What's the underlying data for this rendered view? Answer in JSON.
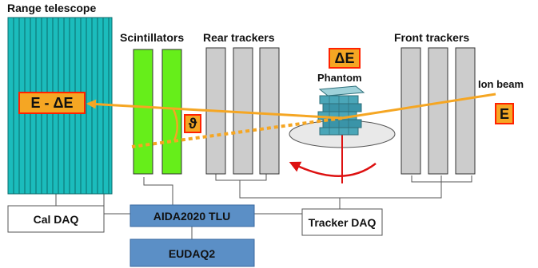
{
  "labels": {
    "range_telescope": "Range telescope",
    "scintillators": "Scintillators",
    "rear_trackers": "Rear trackers",
    "front_trackers": "Front trackers",
    "phantom": "Phantom",
    "ion_beam": "Ion beam"
  },
  "symbols": {
    "delta_e": "ΔE",
    "e_minus_delta_e": "E - ΔE",
    "theta": "ϑ",
    "e": "E"
  },
  "boxes": {
    "cal_daq": "Cal DAQ",
    "tlu": "AIDA2020 TLU",
    "tracker_daq": "Tracker DAQ",
    "eudaq": "EUDAQ2"
  },
  "colors": {
    "telescope_fill": "#1bbcbc",
    "scintillator_fill": "#66ee1a",
    "tracker_fill": "#cccccc",
    "beam": "#f5a623",
    "symbol_box_fill": "#f5a623",
    "symbol_box_stroke": "#ff2200",
    "daq_fill": "#5b8fc6",
    "rotation_arrow": "#dd1111"
  }
}
